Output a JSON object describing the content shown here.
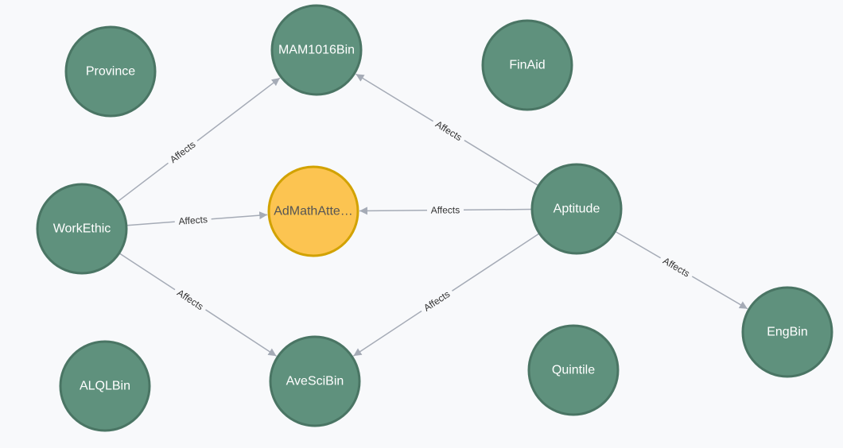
{
  "colors": {
    "node_fill": "#5f917d",
    "node_stroke": "#4a7564",
    "node_text": "#ffffff",
    "selected_fill": "#fcc451",
    "selected_stroke": "#d2a200",
    "selected_text": "#555555",
    "edge": "#a5abb6"
  },
  "graph": {
    "nodes": [
      {
        "id": "province",
        "label": "Province"
      },
      {
        "id": "mam1016bin",
        "label": "MAM1016Bin"
      },
      {
        "id": "finaid",
        "label": "FinAid"
      },
      {
        "id": "workethic",
        "label": "WorkEthic"
      },
      {
        "id": "admathatte",
        "label": "AdMathAtte…",
        "selected": true
      },
      {
        "id": "aptitude",
        "label": "Aptitude"
      },
      {
        "id": "alqlbin",
        "label": "ALQLBin"
      },
      {
        "id": "avescibin",
        "label": "AveSciBin"
      },
      {
        "id": "quintile",
        "label": "Quintile"
      },
      {
        "id": "engbin",
        "label": "EngBin"
      }
    ],
    "edges": [
      {
        "from": "workethic",
        "to": "mam1016bin",
        "label": "Affects"
      },
      {
        "from": "workethic",
        "to": "admathatte",
        "label": "Affects"
      },
      {
        "from": "workethic",
        "to": "avescibin",
        "label": "Affects"
      },
      {
        "from": "aptitude",
        "to": "mam1016bin",
        "label": "Affects"
      },
      {
        "from": "aptitude",
        "to": "admathatte",
        "label": "Affects"
      },
      {
        "from": "aptitude",
        "to": "avescibin",
        "label": "Affects"
      },
      {
        "from": "aptitude",
        "to": "engbin",
        "label": "Affects"
      }
    ]
  }
}
